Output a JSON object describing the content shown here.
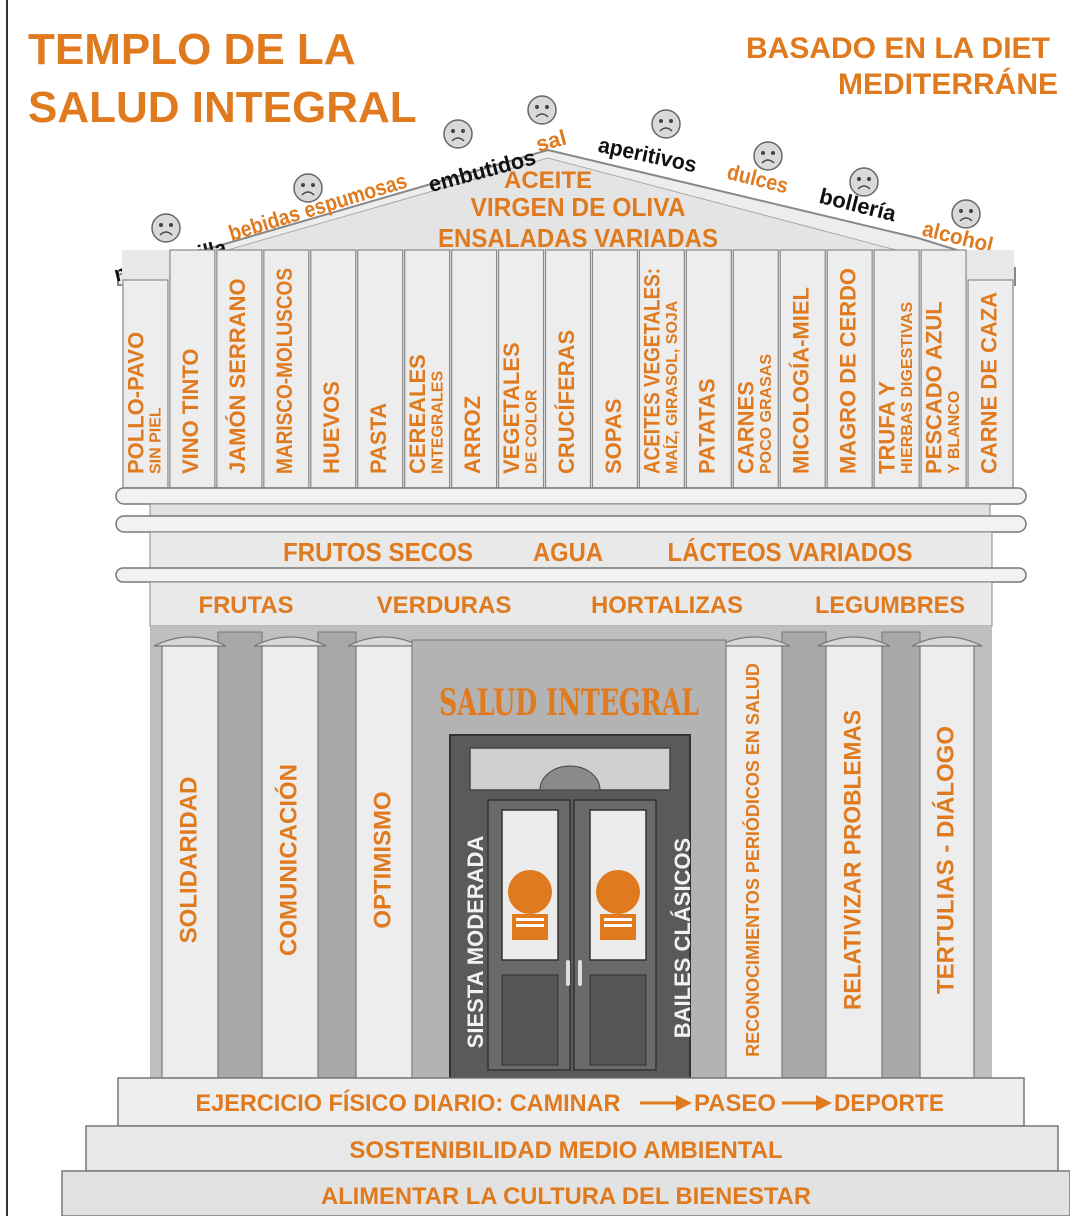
{
  "colors": {
    "accent": "#E07A1F",
    "dark": "#111111",
    "light_gray": "#E6E6E6",
    "mid_gray": "#C9C9C9",
    "dark_gray": "#9A9A9A",
    "outline": "#555555"
  },
  "header": {
    "title_line1": "TEMPLO DE LA",
    "title_line2": "SALUD INTEGRAL",
    "subtitle_line1": "BASADO EN LA DIET",
    "subtitle_line2": "MEDITERRÁNE"
  },
  "pediment": {
    "line1": "ACEITE",
    "line2": "VIRGEN DE OLIVA",
    "line3": "ENSALADAS VARIADAS"
  },
  "roof_items": [
    {
      "label": "mantequilla",
      "color": "dark"
    },
    {
      "label": "bebidas espumosas",
      "color": "accent"
    },
    {
      "label": "embutidos",
      "color": "dark"
    },
    {
      "label": "sal",
      "color": "accent"
    },
    {
      "label": "aperitivos",
      "color": "dark"
    },
    {
      "label": "dulces",
      "color": "accent"
    },
    {
      "label": "bollería",
      "color": "dark"
    },
    {
      "label": "alcohol",
      "color": "accent"
    }
  ],
  "upper_columns": [
    {
      "main": "POLLO-PAVO",
      "sub": "SIN PIEL"
    },
    {
      "main": "VINO TINTO",
      "sub": ""
    },
    {
      "main": "JAMÓN SERRANO",
      "sub": ""
    },
    {
      "main": "MARISCO-MOLUSCOS",
      "sub": ""
    },
    {
      "main": "HUEVOS",
      "sub": ""
    },
    {
      "main": "PASTA",
      "sub": ""
    },
    {
      "main": "CEREALES",
      "sub": "INTEGRALES"
    },
    {
      "main": "ARROZ",
      "sub": ""
    },
    {
      "main": "VEGETALES",
      "sub": "DE COLOR"
    },
    {
      "main": "CRUCÍFERAS",
      "sub": ""
    },
    {
      "main": "SOPAS",
      "sub": ""
    },
    {
      "main": "ACEITES VEGETALES:",
      "sub": "MAÍZ, GIRASOL, SOJA"
    },
    {
      "main": "PATATAS",
      "sub": ""
    },
    {
      "main": "CARNES",
      "sub": "POCO GRASAS"
    },
    {
      "main": "MICOLOGÍA-MIEL",
      "sub": ""
    },
    {
      "main": "MAGRO DE CERDO",
      "sub": ""
    },
    {
      "main": "TRUFA Y",
      "sub": "HIERBAS DIGESTIVAS"
    },
    {
      "main": "PESCADO AZUL",
      "sub": "Y BLANCO"
    },
    {
      "main": "CARNE DE CAZA",
      "sub": ""
    }
  ],
  "frieze_row1": [
    "FRUTOS SECOS",
    "AGUA",
    "LÁCTEOS VARIADOS"
  ],
  "frieze_row2": [
    "FRUTAS",
    "VERDURAS",
    "HORTALIZAS",
    "LEGUMBRES"
  ],
  "lower_columns": [
    "SOLIDARIDAD",
    "COMUNICACIÓN",
    "OPTIMISMO",
    "RECONOCIMIENTOS PERIÓDICOS EN SALUD",
    "RELATIVIZAR PROBLEMAS",
    "TERTULIAS - DIÁLOGO"
  ],
  "center": {
    "label": "SALUD INTEGRAL",
    "door_left": "SIESTA MODERADA",
    "door_right": "BAILES CLÁSICOS"
  },
  "steps": {
    "step1_parts": [
      "EJERCICIO FÍSICO DIARIO: CAMINAR",
      "PASEO",
      "DEPORTE"
    ],
    "step2": "SOSTENIBILIDAD MEDIO AMBIENTAL",
    "step3": "ALIMENTAR LA CULTURA DEL BIENESTAR"
  }
}
